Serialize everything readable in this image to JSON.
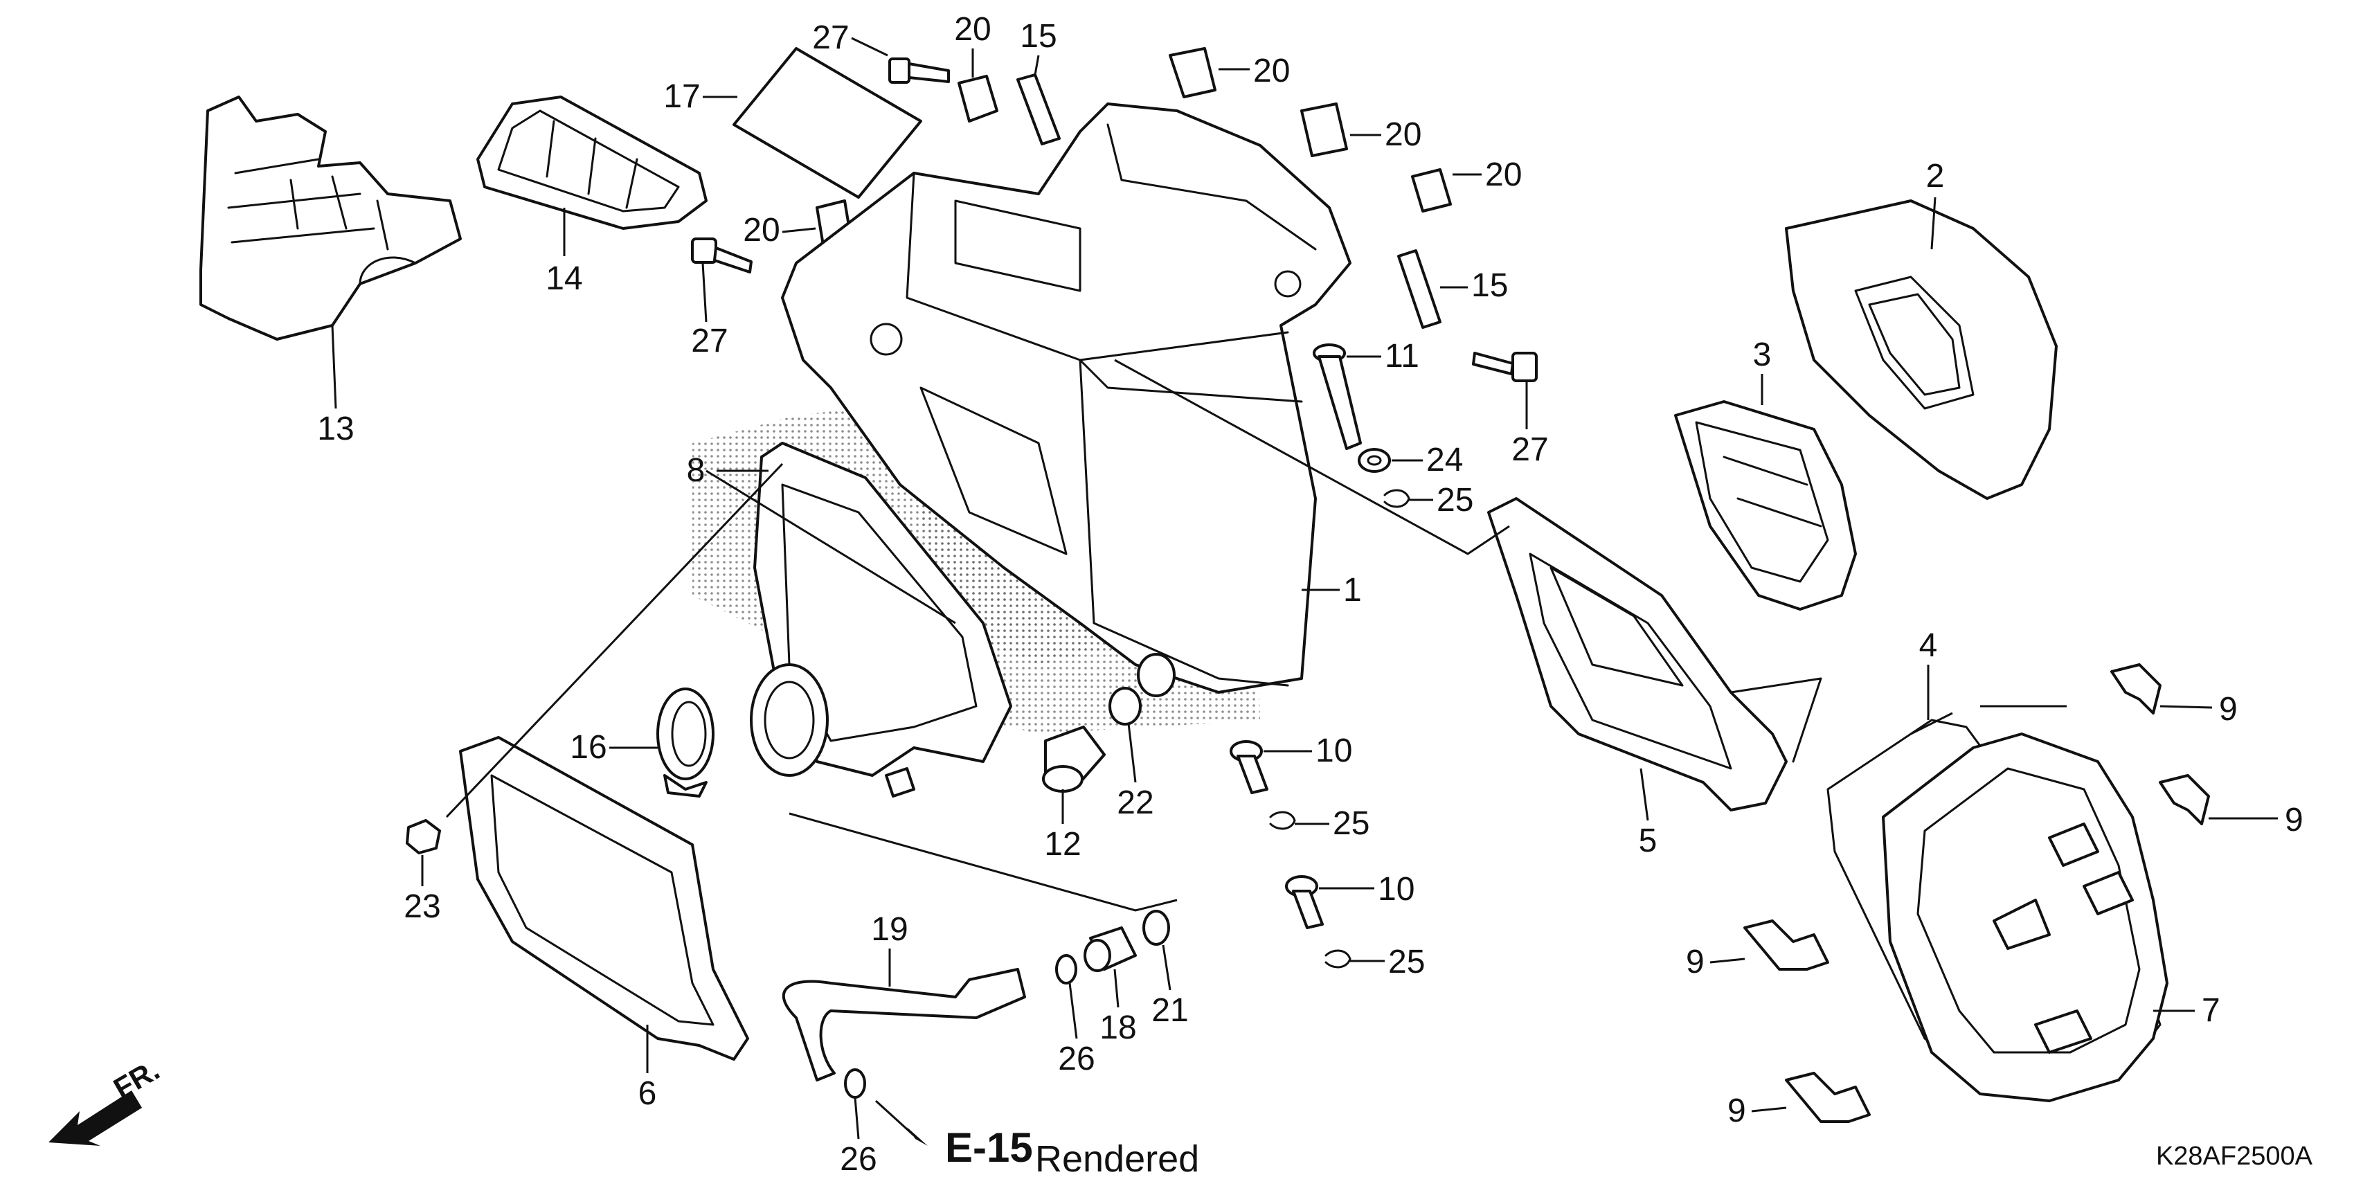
{
  "callouts": {
    "c1": "1",
    "c2": "2",
    "c3": "3",
    "c4": "4",
    "c5": "5",
    "c6": "6",
    "c7": "7",
    "c8": "8",
    "c9a": "9",
    "c9b": "9",
    "c9c": "9",
    "c9d": "9",
    "c10a": "10",
    "c10b": "10",
    "c11": "11",
    "c12": "12",
    "c13": "13",
    "c14": "14",
    "c15a": "15",
    "c15b": "15",
    "c16": "16",
    "c17": "17",
    "c18": "18",
    "c19": "19",
    "c20a": "20",
    "c20b": "20",
    "c20c": "20",
    "c20d": "20",
    "c20e": "20",
    "c21": "21",
    "c22": "22",
    "c23": "23",
    "c24": "24",
    "c25a": "25",
    "c25b": "25",
    "c25c": "25",
    "c26a": "26",
    "c26b": "26",
    "c27a": "27",
    "c27b": "27",
    "c27c": "27"
  },
  "reference": {
    "label": "E-15",
    "suffix": "Rendered"
  },
  "front_label": "FR.",
  "diagram_code": "K28AF2500A"
}
